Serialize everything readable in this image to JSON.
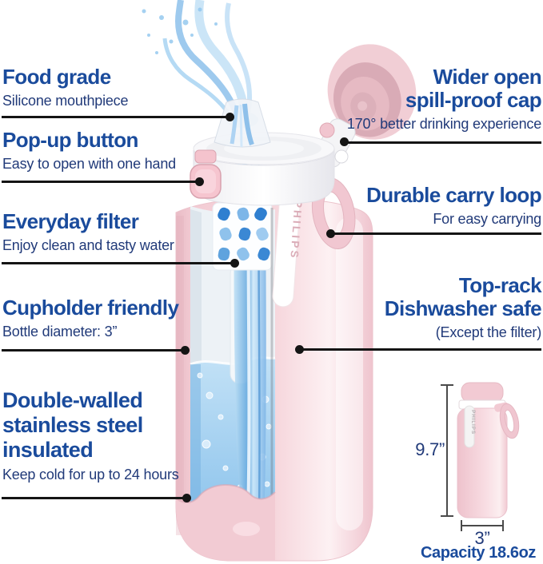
{
  "illustration": {
    "brand": "PHILIPS",
    "mini_brand": "PHILIPS"
  },
  "callouts": {
    "left": [
      {
        "title_lines": [
          "Food grade"
        ],
        "subtitle": "Silicone mouthpiece"
      },
      {
        "title_lines": [
          "Pop-up button"
        ],
        "subtitle": "Easy to open with one hand"
      },
      {
        "title_lines": [
          "Everyday filter"
        ],
        "subtitle": "Enjoy clean and tasty water"
      },
      {
        "title_lines": [
          "Cupholder friendly"
        ],
        "subtitle": "Bottle diameter: 3”"
      },
      {
        "title_lines": [
          "Double-walled",
          "stainless steel",
          "insulated"
        ],
        "subtitle": "Keep cold for up to 24 hours"
      }
    ],
    "right": [
      {
        "title_lines": [
          "Wider open",
          "spill-proof cap"
        ],
        "subtitle": "170° better drinking experience"
      },
      {
        "title_lines": [
          "Durable carry loop"
        ],
        "subtitle": "For easy carrying"
      },
      {
        "title_lines": [
          "Top-rack",
          "Dishwasher safe"
        ],
        "subtitle": "(Except the filter)"
      }
    ]
  },
  "dimensions": {
    "height_label": "9.7”",
    "diameter_label": "3”",
    "capacity_label": "Capacity 18.6oz"
  },
  "colors": {
    "heading_blue": "#1a4b9c",
    "body_navy": "#213a79",
    "bottle_pink": "#f4d0d7",
    "water_blue": "#8cc3ec",
    "callout_line": "#141414"
  }
}
